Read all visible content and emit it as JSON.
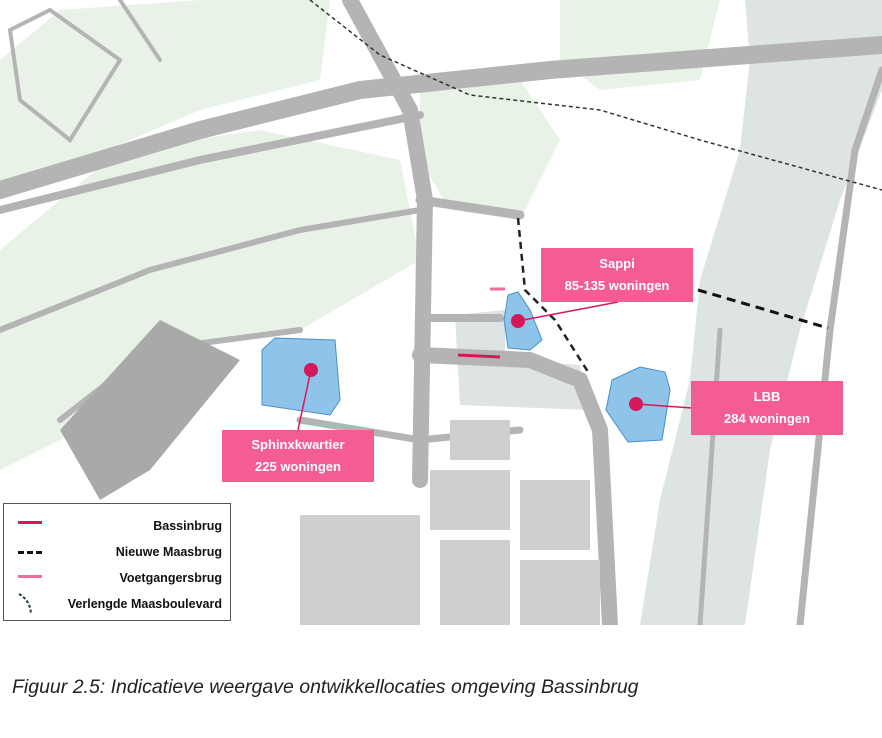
{
  "locations": [
    {
      "name": "Sphinxkwartier",
      "units": "225 woningen"
    },
    {
      "name": "Sappi",
      "units": "85-135 woningen"
    },
    {
      "name": "LBB",
      "units": "284 woningen"
    }
  ],
  "legend": [
    {
      "label": "Bassinbrug",
      "symbol": "solid-line",
      "color": "#d6185b"
    },
    {
      "label": "Nieuwe Maasbrug",
      "symbol": "dashed-line",
      "color": "#111111"
    },
    {
      "label": "Voetgangersbrug",
      "symbol": "solid-line",
      "color": "#f06c9b"
    },
    {
      "label": "Verlengde Maasboulevard",
      "symbol": "dashed-curve",
      "color": "#1f3b46"
    }
  ],
  "caption": "Figuur 2.5: Indicatieve weergave ontwikkellocaties omgeving Bassinbrug",
  "colors": {
    "label_bg": "#f35d94",
    "marker": "#d6185b",
    "area_fill": "#8ec3ea",
    "river": "#dde4e3",
    "road": "#b4b4b4",
    "green": "#e8f2e7"
  }
}
